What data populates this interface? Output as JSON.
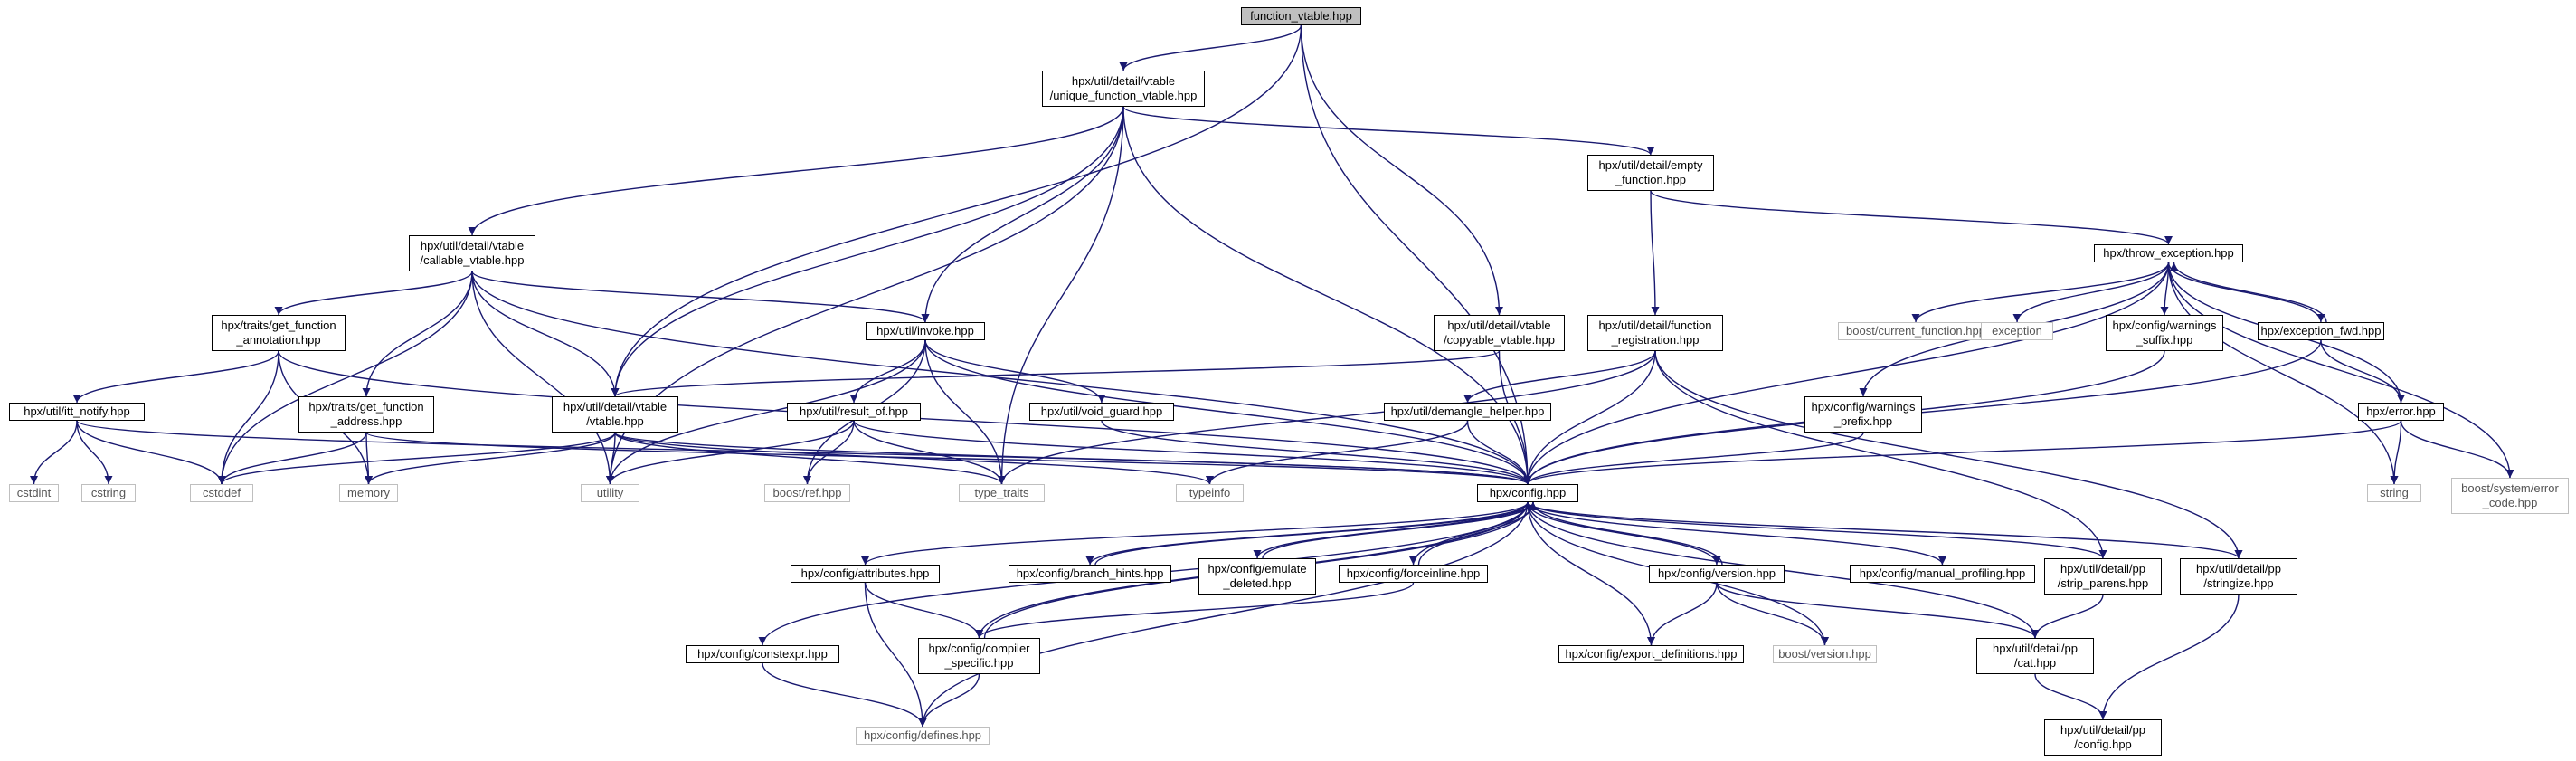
{
  "graph": {
    "colors": {
      "edge": "#191970",
      "node_border": "#000000",
      "external_border": "#bfbfbf",
      "root_fill": "#bfbfbf"
    },
    "nodes": [
      {
        "id": "function_vtable",
        "label": "function_vtable.hpp",
        "type": "root"
      },
      {
        "id": "unique_function_vtable",
        "label": "hpx/util/detail/vtable\n/unique_function_vtable.hpp",
        "type": "file"
      },
      {
        "id": "empty_function",
        "label": "hpx/util/detail/empty\n_function.hpp",
        "type": "file"
      },
      {
        "id": "callable_vtable",
        "label": "hpx/util/detail/vtable\n/callable_vtable.hpp",
        "type": "file"
      },
      {
        "id": "throw_exception",
        "label": "hpx/throw_exception.hpp",
        "type": "file"
      },
      {
        "id": "get_function_annotation",
        "label": "hpx/traits/get_function\n_annotation.hpp",
        "type": "file"
      },
      {
        "id": "invoke",
        "label": "hpx/util/invoke.hpp",
        "type": "file"
      },
      {
        "id": "copyable_vtable",
        "label": "hpx/util/detail/vtable\n/copyable_vtable.hpp",
        "type": "file"
      },
      {
        "id": "function_registration",
        "label": "hpx/util/detail/function\n_registration.hpp",
        "type": "file"
      },
      {
        "id": "current_function",
        "label": "boost/current_function.hpp",
        "type": "external"
      },
      {
        "id": "exception",
        "label": "exception",
        "type": "external"
      },
      {
        "id": "warnings_suffix",
        "label": "hpx/config/warnings\n_suffix.hpp",
        "type": "file"
      },
      {
        "id": "exception_fwd",
        "label": "hpx/exception_fwd.hpp",
        "type": "file"
      },
      {
        "id": "itt_notify",
        "label": "hpx/util/itt_notify.hpp",
        "type": "file"
      },
      {
        "id": "get_function_address",
        "label": "hpx/traits/get_function\n_address.hpp",
        "type": "file"
      },
      {
        "id": "vtable",
        "label": "hpx/util/detail/vtable\n/vtable.hpp",
        "type": "file"
      },
      {
        "id": "result_of",
        "label": "hpx/util/result_of.hpp",
        "type": "file"
      },
      {
        "id": "void_guard",
        "label": "hpx/util/void_guard.hpp",
        "type": "file"
      },
      {
        "id": "demangle_helper",
        "label": "hpx/util/demangle_helper.hpp",
        "type": "file"
      },
      {
        "id": "warnings_prefix",
        "label": "hpx/config/warnings\n_prefix.hpp",
        "type": "file"
      },
      {
        "id": "error",
        "label": "hpx/error.hpp",
        "type": "file"
      },
      {
        "id": "cstdint",
        "label": "cstdint",
        "type": "external"
      },
      {
        "id": "cstring",
        "label": "cstring",
        "type": "external"
      },
      {
        "id": "cstddef",
        "label": "cstddef",
        "type": "external"
      },
      {
        "id": "memory",
        "label": "memory",
        "type": "external"
      },
      {
        "id": "utility",
        "label": "utility",
        "type": "external"
      },
      {
        "id": "boost_ref",
        "label": "boost/ref.hpp",
        "type": "external"
      },
      {
        "id": "type_traits",
        "label": "type_traits",
        "type": "external"
      },
      {
        "id": "typeinfo",
        "label": "typeinfo",
        "type": "external"
      },
      {
        "id": "config",
        "label": "hpx/config.hpp",
        "type": "file"
      },
      {
        "id": "string",
        "label": "string",
        "type": "external"
      },
      {
        "id": "error_code",
        "label": "boost/system/error\n_code.hpp",
        "type": "external"
      },
      {
        "id": "attributes",
        "label": "hpx/config/attributes.hpp",
        "type": "file"
      },
      {
        "id": "branch_hints",
        "label": "hpx/config/branch_hints.hpp",
        "type": "file"
      },
      {
        "id": "emulate_deleted",
        "label": "hpx/config/emulate\n_deleted.hpp",
        "type": "file"
      },
      {
        "id": "forceinline",
        "label": "hpx/config/forceinline.hpp",
        "type": "file"
      },
      {
        "id": "config_version",
        "label": "hpx/config/version.hpp",
        "type": "file"
      },
      {
        "id": "manual_profiling",
        "label": "hpx/config/manual_profiling.hpp",
        "type": "file"
      },
      {
        "id": "strip_parens",
        "label": "hpx/util/detail/pp\n/strip_parens.hpp",
        "type": "file"
      },
      {
        "id": "stringize",
        "label": "hpx/util/detail/pp\n/stringize.hpp",
        "type": "file"
      },
      {
        "id": "constexpr",
        "label": "hpx/config/constexpr.hpp",
        "type": "file"
      },
      {
        "id": "compiler_specific",
        "label": "hpx/config/compiler\n_specific.hpp",
        "type": "file"
      },
      {
        "id": "export_definitions",
        "label": "hpx/config/export_definitions.hpp",
        "type": "file"
      },
      {
        "id": "boost_version",
        "label": "boost/version.hpp",
        "type": "external"
      },
      {
        "id": "pp_cat",
        "label": "hpx/util/detail/pp\n/cat.hpp",
        "type": "file"
      },
      {
        "id": "defines",
        "label": "hpx/config/defines.hpp",
        "type": "external"
      },
      {
        "id": "pp_config",
        "label": "hpx/util/detail/pp\n/config.hpp",
        "type": "file"
      }
    ],
    "edges": [
      [
        "function_vtable",
        "unique_function_vtable"
      ],
      [
        "function_vtable",
        "vtable"
      ],
      [
        "function_vtable",
        "copyable_vtable"
      ],
      [
        "function_vtable",
        "config"
      ],
      [
        "unique_function_vtable",
        "callable_vtable"
      ],
      [
        "unique_function_vtable",
        "empty_function"
      ],
      [
        "unique_function_vtable",
        "invoke"
      ],
      [
        "unique_function_vtable",
        "vtable"
      ],
      [
        "unique_function_vtable",
        "utility"
      ],
      [
        "unique_function_vtable",
        "type_traits"
      ],
      [
        "unique_function_vtable",
        "config"
      ],
      [
        "empty_function",
        "throw_exception"
      ],
      [
        "empty_function",
        "function_registration"
      ],
      [
        "callable_vtable",
        "get_function_annotation"
      ],
      [
        "callable_vtable",
        "get_function_address"
      ],
      [
        "callable_vtable",
        "invoke"
      ],
      [
        "callable_vtable",
        "vtable"
      ],
      [
        "callable_vtable",
        "cstddef"
      ],
      [
        "callable_vtable",
        "utility"
      ],
      [
        "callable_vtable",
        "config"
      ],
      [
        "throw_exception",
        "current_function"
      ],
      [
        "throw_exception",
        "exception"
      ],
      [
        "throw_exception",
        "warnings_suffix"
      ],
      [
        "throw_exception",
        "exception_fwd"
      ],
      [
        "throw_exception",
        "warnings_prefix"
      ],
      [
        "throw_exception",
        "error"
      ],
      [
        "throw_exception",
        "string"
      ],
      [
        "throw_exception",
        "error_code"
      ],
      [
        "throw_exception",
        "config"
      ],
      [
        "get_function_annotation",
        "itt_notify"
      ],
      [
        "get_function_annotation",
        "cstddef"
      ],
      [
        "get_function_annotation",
        "memory"
      ],
      [
        "get_function_annotation",
        "config"
      ],
      [
        "invoke",
        "result_of"
      ],
      [
        "invoke",
        "void_guard"
      ],
      [
        "invoke",
        "boost_ref"
      ],
      [
        "invoke",
        "type_traits"
      ],
      [
        "invoke",
        "utility"
      ],
      [
        "invoke",
        "config"
      ],
      [
        "copyable_vtable",
        "vtable"
      ],
      [
        "copyable_vtable",
        "config"
      ],
      [
        "function_registration",
        "demangle_helper"
      ],
      [
        "function_registration",
        "type_traits"
      ],
      [
        "function_registration",
        "strip_parens"
      ],
      [
        "function_registration",
        "stringize"
      ],
      [
        "function_registration",
        "config"
      ],
      [
        "warnings_suffix",
        "config"
      ],
      [
        "exception_fwd",
        "throw_exception"
      ],
      [
        "exception_fwd",
        "error"
      ],
      [
        "exception_fwd",
        "config"
      ],
      [
        "itt_notify",
        "cstdint"
      ],
      [
        "itt_notify",
        "cstring"
      ],
      [
        "itt_notify",
        "cstddef"
      ],
      [
        "itt_notify",
        "config"
      ],
      [
        "get_function_address",
        "cstddef"
      ],
      [
        "get_function_address",
        "memory"
      ],
      [
        "get_function_address",
        "config"
      ],
      [
        "vtable",
        "cstddef"
      ],
      [
        "vtable",
        "memory"
      ],
      [
        "vtable",
        "utility"
      ],
      [
        "vtable",
        "type_traits"
      ],
      [
        "vtable",
        "typeinfo"
      ],
      [
        "vtable",
        "config"
      ],
      [
        "result_of",
        "boost_ref"
      ],
      [
        "result_of",
        "type_traits"
      ],
      [
        "result_of",
        "utility"
      ],
      [
        "result_of",
        "config"
      ],
      [
        "void_guard",
        "config"
      ],
      [
        "demangle_helper",
        "config"
      ],
      [
        "demangle_helper",
        "typeinfo"
      ],
      [
        "warnings_prefix",
        "config"
      ],
      [
        "error",
        "string"
      ],
      [
        "error",
        "error_code"
      ],
      [
        "error",
        "config"
      ],
      [
        "config",
        "attributes"
      ],
      [
        "config",
        "branch_hints"
      ],
      [
        "config",
        "emulate_deleted"
      ],
      [
        "config",
        "forceinline"
      ],
      [
        "config",
        "config_version"
      ],
      [
        "config",
        "manual_profiling"
      ],
      [
        "config",
        "strip_parens"
      ],
      [
        "config",
        "stringize"
      ],
      [
        "config",
        "constexpr"
      ],
      [
        "config",
        "compiler_specific"
      ],
      [
        "config",
        "export_definitions"
      ],
      [
        "config",
        "boost_version"
      ],
      [
        "config",
        "pp_cat"
      ],
      [
        "config",
        "defines"
      ],
      [
        "attributes",
        "compiler_specific"
      ],
      [
        "attributes",
        "defines"
      ],
      [
        "branch_hints",
        "config"
      ],
      [
        "emulate_deleted",
        "config"
      ],
      [
        "forceinline",
        "config"
      ],
      [
        "forceinline",
        "compiler_specific"
      ],
      [
        "config_version",
        "config"
      ],
      [
        "config_version",
        "export_definitions"
      ],
      [
        "config_version",
        "boost_version"
      ],
      [
        "config_version",
        "pp_cat"
      ],
      [
        "strip_parens",
        "pp_cat"
      ],
      [
        "stringize",
        "pp_config"
      ],
      [
        "constexpr",
        "defines"
      ],
      [
        "compiler_specific",
        "defines"
      ],
      [
        "compiler_specific",
        "config"
      ],
      [
        "pp_cat",
        "pp_config"
      ]
    ]
  }
}
